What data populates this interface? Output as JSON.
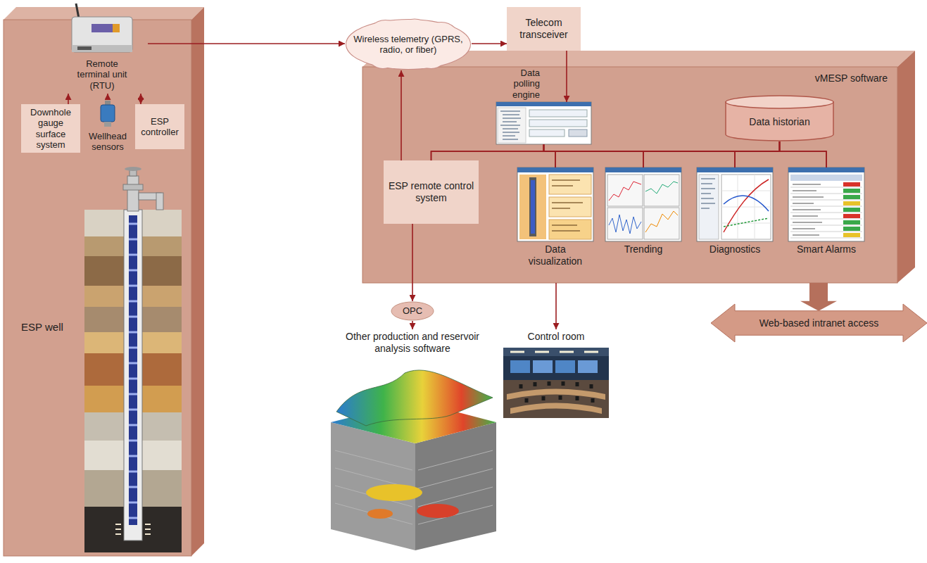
{
  "diagram": {
    "nodes": [
      {
        "text": [
          "ESP well"
        ]
      },
      {
        "text": [
          "Remote terminal unit (RTU)"
        ],
        "in": 0
      },
      {
        "text": [
          "Downhole gauge surface system"
        ],
        "in": 0
      },
      {
        "text": [
          "Wellhead sensors"
        ],
        "in": 0
      },
      {
        "text": [
          "ESP controller"
        ],
        "in": 0
      },
      {
        "text": [
          "Wireless telemetry (GPRS, radio, or fiber)"
        ]
      },
      {
        "text": [
          "Telecom transceiver"
        ]
      },
      {
        "text": [
          "vMESP software"
        ]
      },
      {
        "text": [
          "Data polling engine"
        ],
        "in": 7
      },
      {
        "text": [
          "Data historian"
        ],
        "in": 7
      },
      {
        "text": [
          "ESP remote control system"
        ],
        "in": 7
      },
      {
        "text": [
          "Data visualization"
        ],
        "in": 7
      },
      {
        "text": [
          "Trending"
        ],
        "in": 7
      },
      {
        "text": [
          "Diagnostics"
        ],
        "in": 7
      },
      {
        "text": [
          "Smart Alarms"
        ],
        "in": 7
      },
      {
        "text": [
          "OPC"
        ]
      },
      {
        "text": [
          "Other production and reservoir analysis software"
        ]
      },
      {
        "text": [
          "Control room"
        ]
      },
      {
        "text": [
          "Web-based intranet access"
        ]
      }
    ],
    "edges": [
      {
        "from": 2,
        "to": 1,
        "arrow": "to"
      },
      {
        "from": 3,
        "to": 1,
        "arrow": "to"
      },
      {
        "from": 4,
        "to": 1,
        "arrow": "both"
      },
      {
        "from": 1,
        "to": 5,
        "arrow": "to"
      },
      {
        "from": 5,
        "to": 6,
        "arrow": "to"
      },
      {
        "from": 6,
        "to": 8,
        "arrow": "to"
      },
      {
        "from": 8,
        "to": 10,
        "arrow": "none"
      },
      {
        "from": 8,
        "to": 11,
        "arrow": "none"
      },
      {
        "from": 8,
        "to": 12,
        "arrow": "none"
      },
      {
        "from": 8,
        "to": 13,
        "arrow": "none"
      },
      {
        "from": 8,
        "to": 14,
        "arrow": "none"
      },
      {
        "from": 9,
        "to": 10,
        "arrow": "none"
      },
      {
        "from": 9,
        "to": 11,
        "arrow": "none"
      },
      {
        "from": 9,
        "to": 12,
        "arrow": "none"
      },
      {
        "from": 9,
        "to": 13,
        "arrow": "none"
      },
      {
        "from": 9,
        "to": 14,
        "arrow": "none"
      },
      {
        "from": 10,
        "to": 5,
        "arrow": "to"
      },
      {
        "from": 10,
        "to": 15,
        "arrow": "to"
      },
      {
        "from": 15,
        "to": 16,
        "arrow": "to"
      },
      {
        "from": 7,
        "to": 17,
        "arrow": "to"
      },
      {
        "from": 7,
        "to": 18,
        "arrow": "to"
      }
    ]
  }
}
